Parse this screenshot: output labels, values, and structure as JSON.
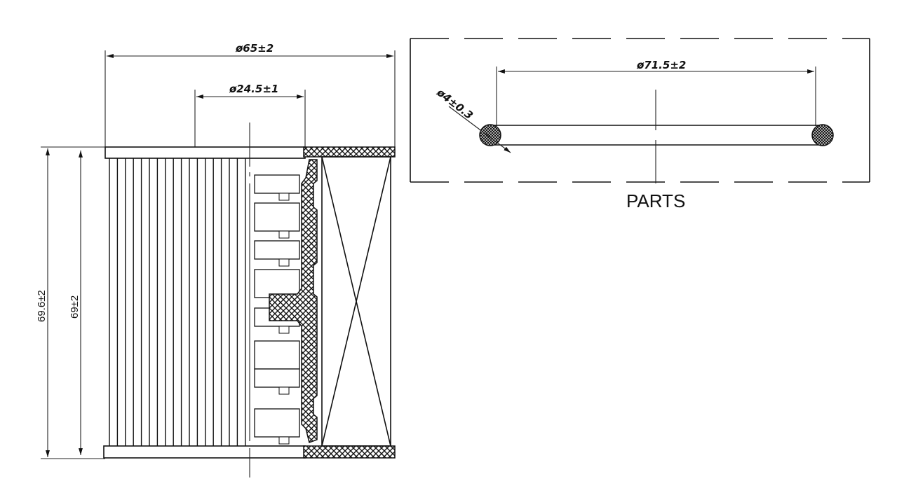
{
  "left_view": {
    "dim_outer_diameter": "ø65±2",
    "dim_inner_diameter": "ø24.5±1",
    "dim_overall_height": "69.6±2",
    "dim_element_height": "69±2"
  },
  "right_view": {
    "dim_ring_diameter": "ø71.5±2",
    "dim_cord_diameter": "ø4±0.3",
    "caption": "PARTS"
  },
  "colors": {
    "line": "#111111",
    "background": "#ffffff"
  }
}
